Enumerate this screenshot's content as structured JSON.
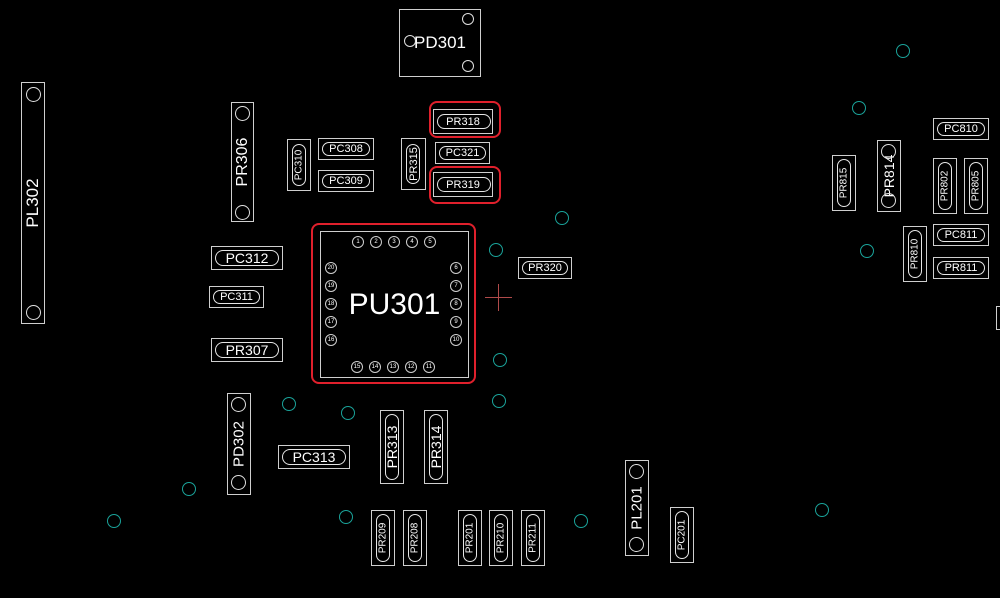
{
  "colors": {
    "background": "#000000",
    "outline": "#cfcfcf",
    "text": "#ffffff",
    "via": "#1aa39a",
    "highlight": "#e0202c",
    "cursor": "#b04a4a"
  },
  "components": {
    "PD301": "PD301",
    "PR318": "PR318",
    "PR319": "PR319",
    "PR315": "PR315",
    "PC321": "PC321",
    "PC310": "PC310",
    "PC308": "PC308",
    "PC309": "PC309",
    "PR306": "PR306",
    "PL302": "PL302",
    "PC312": "PC312",
    "PC311": "PC311",
    "PR307": "PR307",
    "PU301": "PU301",
    "PR320": "PR320",
    "PD302": "PD302",
    "PC313": "PC313",
    "PR313": "PR313",
    "PR314": "PR314",
    "PR209": "PR209",
    "PR208": "PR208",
    "PR201": "PR201",
    "PR210": "PR210",
    "PR211": "PR211",
    "PL201": "PL201",
    "PC201": "PC201",
    "PC810": "PC810",
    "PR815": "PR815",
    "PR814": "PR814",
    "PR802": "PR802",
    "PR805": "PR805",
    "PR810": "PR810",
    "PC811": "PC811",
    "PR811": "PR811"
  },
  "pu301_pins": [
    "1",
    "2",
    "3",
    "4",
    "5",
    "6",
    "7",
    "8",
    "9",
    "10",
    "11",
    "12",
    "13",
    "14",
    "15",
    "16",
    "17",
    "18",
    "19",
    "20"
  ]
}
